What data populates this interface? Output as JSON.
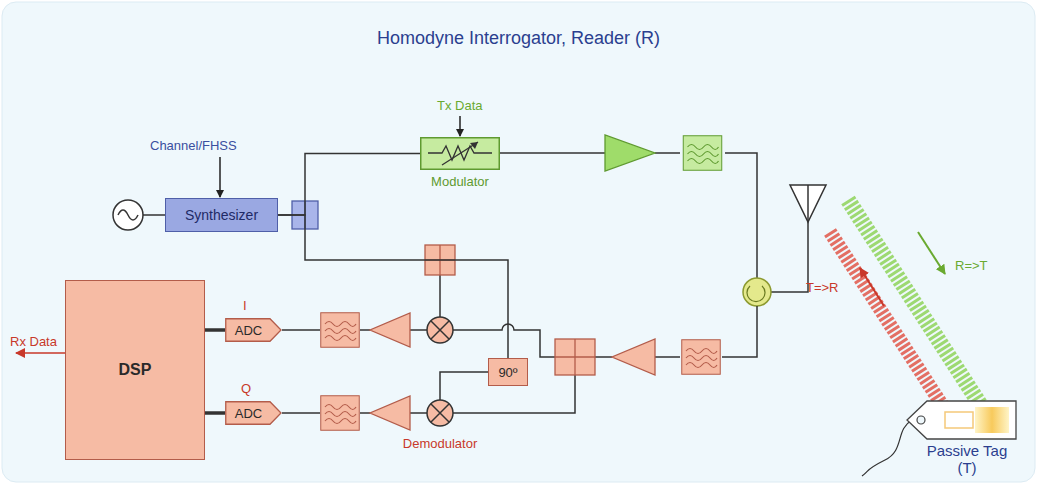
{
  "diagram": {
    "title": "Homodyne Interrogator, Reader (R)",
    "nodes": [
      {
        "text": [
          "Synthesizer"
        ]
      },
      {
        "text": [
          "Modulator"
        ]
      },
      {
        "text": [
          "DSP"
        ]
      },
      {
        "text": [
          "ADC"
        ]
      },
      {
        "text": [
          "ADC"
        ]
      },
      {
        "text": [
          "90º"
        ]
      },
      {
        "text": [
          "Passive Tag (T)"
        ]
      }
    ],
    "edges": [
      {
        "from": 0,
        "to": 1,
        "arrow": "none"
      },
      {
        "from": 0,
        "to": 5,
        "arrow": "none"
      },
      {
        "from": 3,
        "to": 2,
        "arrow": "none"
      },
      {
        "from": 4,
        "to": 2,
        "arrow": "none"
      }
    ],
    "labels": [
      "Channel/FHSS",
      "Tx Data",
      "I",
      "Q",
      "Demodulator",
      "Rx Data",
      "R=>T",
      "T=>R"
    ]
  }
}
